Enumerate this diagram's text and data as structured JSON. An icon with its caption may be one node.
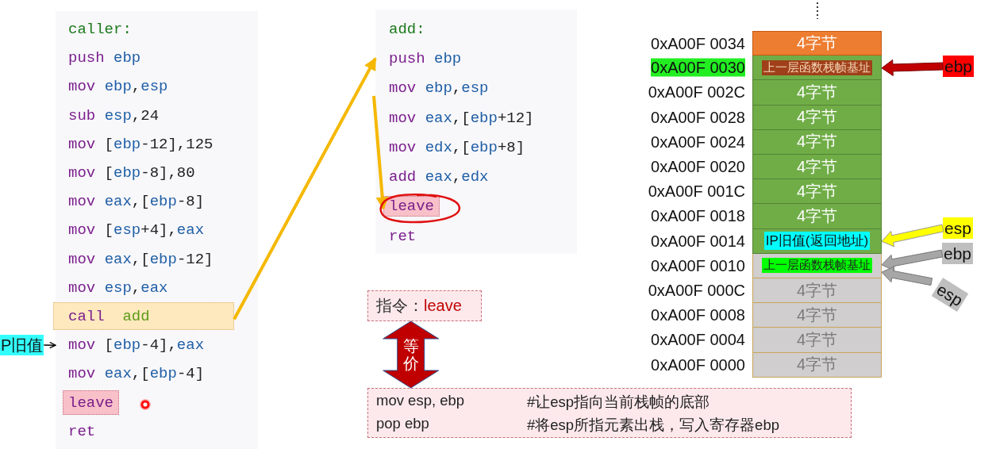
{
  "diagram": {
    "nodes": [
      {
        "text": [
          "caller:",
          "push ebp",
          "mov ebp,esp",
          "sub esp,24",
          "mov [ebp-12],125",
          "mov [ebp-8],80",
          "mov eax,[ebp-8]",
          "mov [esp+4],eax",
          "mov eax,[ebp-12]",
          "mov esp,eax",
          "mov [ebp-4],eax",
          "mov eax,[ebp-4]",
          "ret"
        ]
      },
      {
        "text": [
          "call  add"
        ],
        "in": 0
      },
      {
        "text": [
          "leave"
        ],
        "in": 0
      },
      {
        "text": [
          "P旧值"
        ]
      },
      {
        "text": [
          "add:",
          "push ebp",
          "mov ebp,esp",
          "mov eax,[ebp+12]",
          "mov edx,[ebp+8]",
          "add eax,edx",
          "ret"
        ]
      },
      {
        "text": [
          "leave"
        ],
        "in": 4
      },
      {
        "text": [
          "指令：",
          "leave"
        ]
      },
      {
        "text": [
          "mov esp, ebp",
          "#让esp指向当前栈帧的底部",
          "pop ebp",
          "#将esp所指元素出栈，写入寄存器ebp"
        ]
      },
      {
        "text": [
          "4字节"
        ],
        "beside": [
          "0xA00F 0034"
        ]
      },
      {
        "text": [
          "上一层函数栈帧基址"
        ],
        "beside": [
          "0xA00F 0030"
        ]
      },
      {
        "text": [
          "4字节"
        ],
        "beside": [
          "0xA00F 002C"
        ]
      },
      {
        "text": [
          "4字节"
        ],
        "beside": [
          "0xA00F 0028"
        ]
      },
      {
        "text": [
          "4字节"
        ],
        "beside": [
          "0xA00F 0024"
        ]
      },
      {
        "text": [
          "4字节"
        ],
        "beside": [
          "0xA00F 0020"
        ]
      },
      {
        "text": [
          "4字节"
        ],
        "beside": [
          "0xA00F 001C"
        ]
      },
      {
        "text": [
          "4字节"
        ],
        "beside": [
          "0xA00F 0018"
        ]
      },
      {
        "text": [
          "IP旧值(返回地址)"
        ],
        "beside": [
          "0xA00F 0014"
        ]
      },
      {
        "text": [
          "上一层函数栈帧基址"
        ],
        "beside": [
          "0xA00F 0010"
        ]
      },
      {
        "text": [
          "4字节"
        ],
        "beside": [
          "0xA00F 000C"
        ]
      },
      {
        "text": [
          "4字节"
        ],
        "beside": [
          "0xA00F 0008"
        ]
      },
      {
        "text": [
          "4字节"
        ],
        "beside": [
          "0xA00F 0004"
        ]
      },
      {
        "text": [
          "4字节"
        ],
        "beside": [
          "0xA00F 0000"
        ]
      },
      {
        "text": [
          "ebp"
        ]
      },
      {
        "text": [
          "esp"
        ]
      },
      {
        "text": [
          "ebp"
        ]
      },
      {
        "text": [
          "esp"
        ]
      }
    ],
    "edges": [
      {
        "from": 1,
        "to": 4,
        "arrow": "to",
        "color": "#f5b800"
      },
      {
        "from": null,
        "to": 5,
        "arrow": "to",
        "color": "#f5b800"
      },
      {
        "from": 3,
        "to": 0,
        "arrow": "to",
        "color": "#000000"
      },
      {
        "from": 6,
        "to": 7,
        "arrow": "both",
        "label": "等价",
        "style": "thick",
        "color": "#c00000"
      },
      {
        "from": 22,
        "to": 9,
        "arrow": "to",
        "style": "thick",
        "color": "#c00000"
      },
      {
        "from": 23,
        "to": 16,
        "arrow": "to",
        "style": "thick",
        "color": "#ffff00"
      },
      {
        "from": 24,
        "to": 17,
        "arrow": "to",
        "style": "thick",
        "color": "#a6a6a6"
      },
      {
        "from": 25,
        "to": 17,
        "arrow": "to",
        "style": "thick",
        "color": "#a6a6a6"
      }
    ]
  }
}
